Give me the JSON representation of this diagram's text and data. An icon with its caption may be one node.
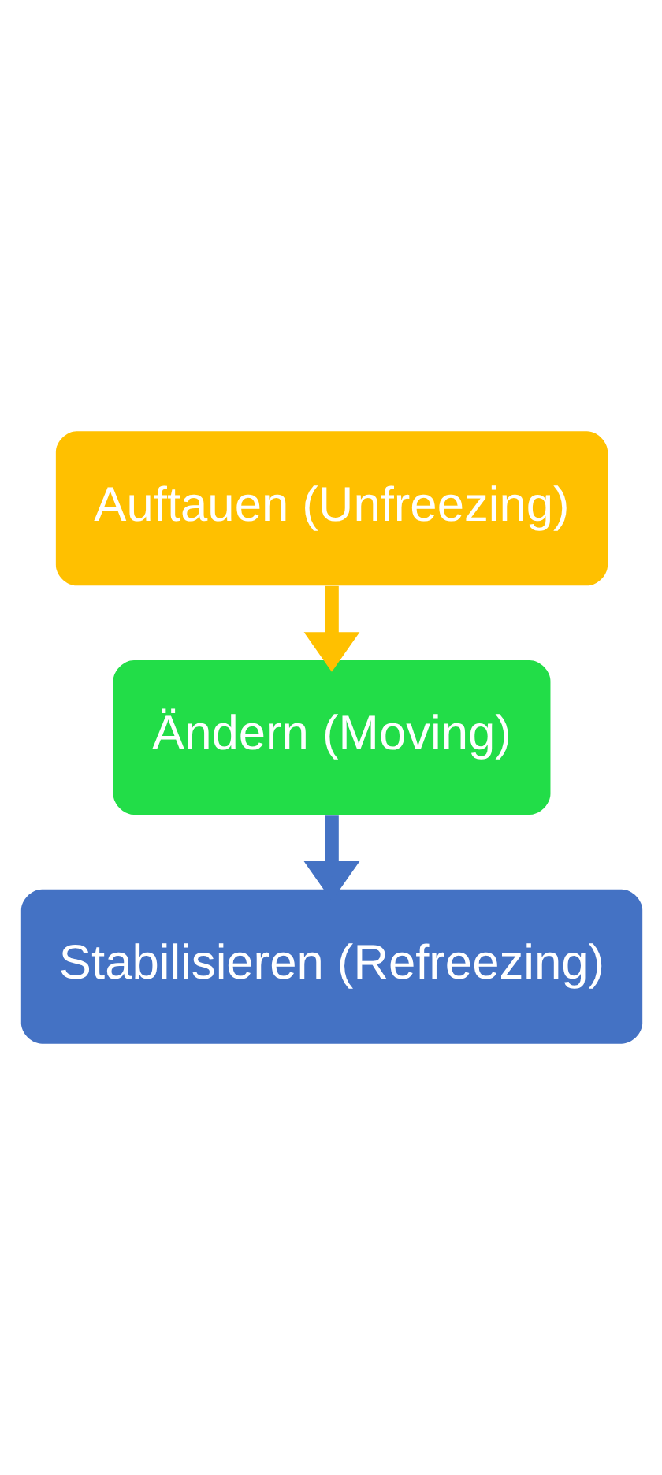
{
  "diagram": {
    "nodes": [
      {
        "text": [
          "Auftauen (Unfreezing)"
        ]
      },
      {
        "text": [
          "Ändern (Moving)"
        ]
      },
      {
        "text": [
          "Stabilisieren (Refreezing)"
        ]
      }
    ],
    "edges": [
      {
        "from": 0,
        "to": 1,
        "arrow": "to",
        "color": "#ffc000"
      },
      {
        "from": 1,
        "to": 2,
        "arrow": "to",
        "color": "#4472c4"
      }
    ]
  }
}
